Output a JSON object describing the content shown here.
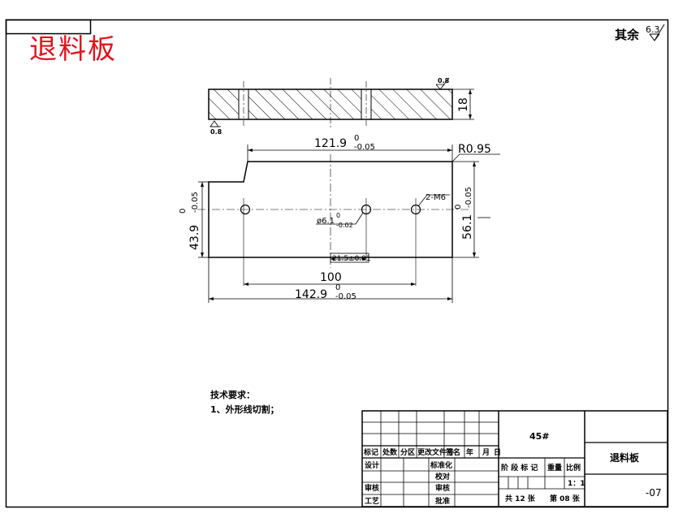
{
  "part_title": "退料板",
  "surface_finish": {
    "prefix": "其余",
    "value": "6.3"
  },
  "side_view": {
    "roughness_top": "0.8",
    "roughness_bottom": "0.8",
    "thickness": "18"
  },
  "plan_view": {
    "top_length": "121.9",
    "top_tol_upper": "0",
    "top_tol_lower": "-0.05",
    "corner_radius": "R0.95",
    "left_height": "43.9",
    "left_tol_upper": "0",
    "left_tol_lower": "-0.05",
    "right_height": "56.1",
    "right_tol_upper": "0",
    "right_tol_lower": "-0.05",
    "thread": "2-M6",
    "hole_diameter": "ø6.1",
    "hole_tol_upper": "0",
    "hole_tol_lower": "-0.02",
    "hole_offset": "21.5±0.01",
    "hole_span": "100",
    "total_length": "142.9",
    "total_tol_upper": "0",
    "total_tol_lower": "-0.05"
  },
  "tech_requirements": {
    "heading": "技术要求：",
    "items": [
      "1、外形线切割；"
    ]
  },
  "title_block": {
    "material": "45#",
    "part_name": "退料板",
    "drawing_no": "-07",
    "revision_headers": [
      "标记",
      "处数",
      "分区",
      "更改文件号",
      "签名",
      "年",
      "月",
      "日"
    ],
    "role_design": "设计",
    "role_standardize": "标准化",
    "role_check": "审核",
    "role_craft": "工艺",
    "role_proofread": "校对",
    "role_review": "审核",
    "role_approve": "批准",
    "stage_label": "阶 段 标 记",
    "weight_label": "重量",
    "scale_label": "比例",
    "scale_value": "1：1",
    "sheets_total": "共 12  张",
    "sheet_no": "第 08  张"
  }
}
